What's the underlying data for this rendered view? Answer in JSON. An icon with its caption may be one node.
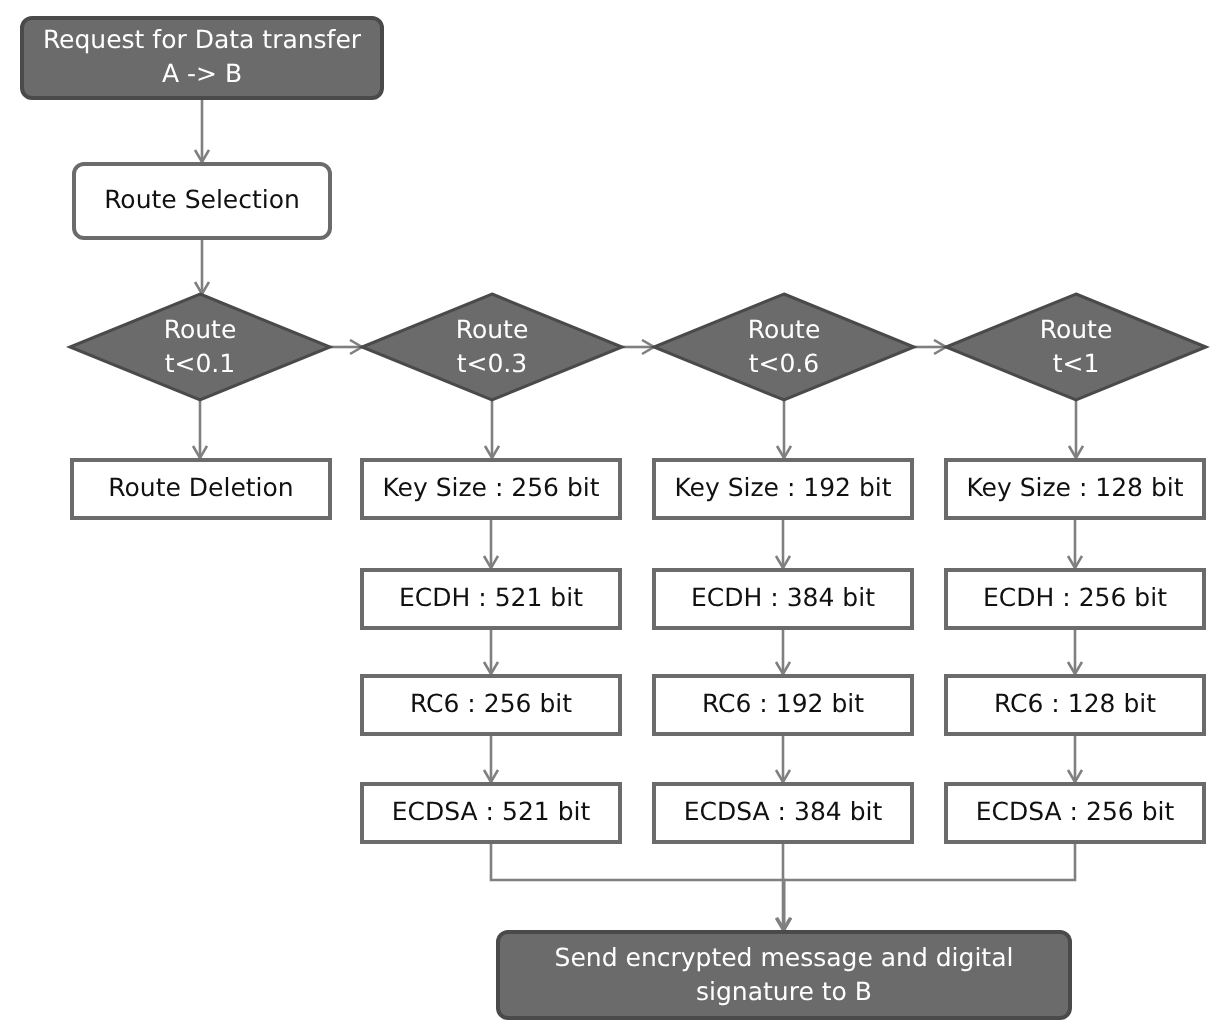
{
  "diagram": {
    "nodes": [
      {
        "text": [
          "Request for Data transfer A -> B"
        ]
      },
      {
        "text": [
          "Route Selection"
        ]
      },
      {
        "text": [
          "Route t<0.1"
        ]
      },
      {
        "text": [
          "Route t<0.3"
        ]
      },
      {
        "text": [
          "Route t<0.6"
        ]
      },
      {
        "text": [
          "Route t<1"
        ]
      },
      {
        "text": [
          "Route Deletion"
        ]
      },
      {
        "text": [
          "Key Size : 256 bit"
        ]
      },
      {
        "text": [
          "Key Size : 192 bit"
        ]
      },
      {
        "text": [
          "Key Size : 128 bit"
        ]
      },
      {
        "text": [
          "ECDH : 521 bit"
        ]
      },
      {
        "text": [
          "ECDH : 384 bit"
        ]
      },
      {
        "text": [
          "ECDH : 256 bit"
        ]
      },
      {
        "text": [
          "RC6 : 256 bit"
        ]
      },
      {
        "text": [
          "RC6 : 192 bit"
        ]
      },
      {
        "text": [
          "RC6 : 128 bit"
        ]
      },
      {
        "text": [
          "ECDSA : 521 bit"
        ]
      },
      {
        "text": [
          "ECDSA : 384 bit"
        ]
      },
      {
        "text": [
          "ECDSA : 256 bit"
        ]
      },
      {
        "text": [
          "Send encrypted message and digital signature to B"
        ]
      }
    ],
    "edges": [
      {
        "from": 0,
        "to": 1,
        "arrow": "to"
      },
      {
        "from": 1,
        "to": 2,
        "arrow": "to"
      },
      {
        "from": 2,
        "to": 3,
        "arrow": "to"
      },
      {
        "from": 3,
        "to": 4,
        "arrow": "to"
      },
      {
        "from": 4,
        "to": 5,
        "arrow": "to"
      },
      {
        "from": 2,
        "to": 6,
        "arrow": "to"
      },
      {
        "from": 3,
        "to": 7,
        "arrow": "to"
      },
      {
        "from": 4,
        "to": 8,
        "arrow": "to"
      },
      {
        "from": 5,
        "to": 9,
        "arrow": "to"
      },
      {
        "from": 7,
        "to": 10,
        "arrow": "to"
      },
      {
        "from": 8,
        "to": 11,
        "arrow": "to"
      },
      {
        "from": 9,
        "to": 12,
        "arrow": "to"
      },
      {
        "from": 10,
        "to": 13,
        "arrow": "to"
      },
      {
        "from": 11,
        "to": 14,
        "arrow": "to"
      },
      {
        "from": 12,
        "to": 15,
        "arrow": "to"
      },
      {
        "from": 13,
        "to": 16,
        "arrow": "to"
      },
      {
        "from": 14,
        "to": 17,
        "arrow": "to"
      },
      {
        "from": 15,
        "to": 18,
        "arrow": "to"
      },
      {
        "from": 16,
        "to": 19,
        "arrow": "to"
      },
      {
        "from": 17,
        "to": 19,
        "arrow": "to"
      },
      {
        "from": 18,
        "to": 19,
        "arrow": "to"
      }
    ]
  }
}
